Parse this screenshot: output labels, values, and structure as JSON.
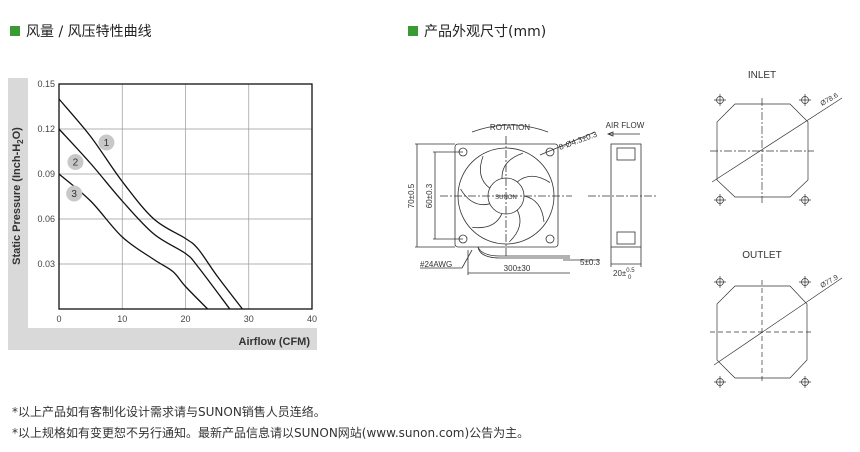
{
  "headers": {
    "curve_title": "风量 / 风压特性曲线",
    "dimension_title": "产品外观尺寸(mm)"
  },
  "colors": {
    "accent": "#3a9b35",
    "panel_gray": "#d9d9d9"
  },
  "chart_data": {
    "type": "line",
    "title": "风量 / 风压特性曲线",
    "xlabel": "Airflow (CFM)",
    "ylabel": "Static Pressure (Inch-H2O)",
    "ylabel_main": "Static Pressure (Inch-H",
    "ylabel_sub": "2",
    "ylabel_end": "O)",
    "xlim": [
      0,
      40
    ],
    "ylim": [
      0,
      0.15
    ],
    "xticks": [
      "0",
      "10",
      "20",
      "30",
      "40"
    ],
    "yticks": [
      "0.03",
      "0.06",
      "0.09",
      "0.12",
      "0.15"
    ],
    "grid": true,
    "series": [
      {
        "name": "1",
        "x": [
          0,
          5,
          10,
          15,
          20,
          22,
          25,
          29
        ],
        "y": [
          0.14,
          0.115,
          0.085,
          0.06,
          0.047,
          0.04,
          0.022,
          0
        ]
      },
      {
        "name": "2",
        "x": [
          0,
          5,
          10,
          15,
          20,
          22,
          27
        ],
        "y": [
          0.12,
          0.097,
          0.072,
          0.05,
          0.037,
          0.028,
          0
        ]
      },
      {
        "name": "3",
        "x": [
          0,
          5,
          10,
          15,
          18,
          20,
          23.5
        ],
        "y": [
          0.09,
          0.072,
          0.048,
          0.033,
          0.025,
          0.015,
          0
        ]
      }
    ],
    "series_labels": [
      {
        "name": "1",
        "x": 7.5,
        "y": 0.111
      },
      {
        "name": "2",
        "x": 2.6,
        "y": 0.098
      },
      {
        "name": "3",
        "x": 2.4,
        "y": 0.077
      }
    ]
  },
  "drawing": {
    "rotation": "ROTATION",
    "air_flow": "AIR FLOW",
    "holes": "8-Ø4.3±0.3",
    "brand": "SUNON",
    "height_outer": "70±0.5",
    "height_inner": "60±0.3",
    "wire": "#24AWG",
    "wire_length": "300±30",
    "wire_strip": "5±0.3",
    "depth": "20±",
    "depth_tol_upper": "0.5",
    "depth_tol_lower": "0",
    "inlet_label": "INLET",
    "inlet_diameter": "Ø78.6",
    "outlet_label": "OUTLET",
    "outlet_diameter": "Ø77.9"
  },
  "footer": {
    "line1": "*以上产品如有客制化设计需求请与SUNON销售人员连络。",
    "line2": "*以上规格如有变更恕不另行通知。最新产品信息请以SUNON网站(www.sunon.com)公告为主。"
  }
}
